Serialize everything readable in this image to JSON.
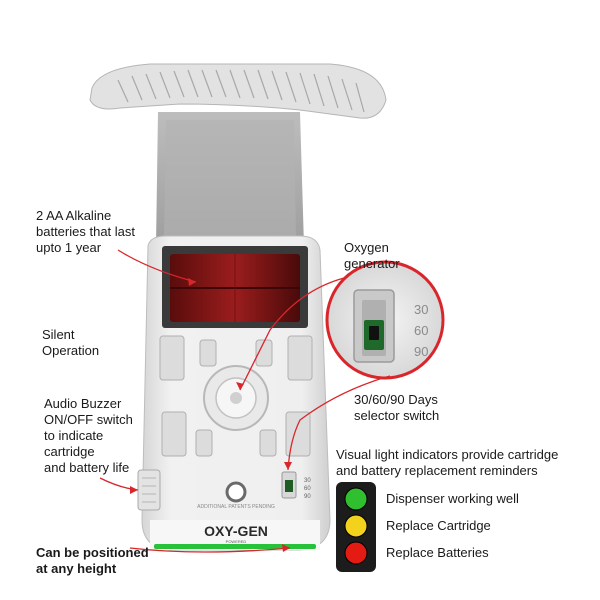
{
  "callouts": {
    "batteries": "2 AA Alkaline\nbatteries that last\nupto 1 year",
    "oxygen_generator": "Oxygen\ngenerator",
    "silent": "Silent\nOperation",
    "buzzer": "Audio Buzzer\nON/OFF switch\nto indicate\ncartridge\nand battery life",
    "selector": "30/60/90 Days\nselector switch",
    "indicators_intro": "Visual light indicators provide cartridge\nand battery replacement reminders",
    "positioned": "Can be positioned\nat any height"
  },
  "selector_days": [
    "30",
    "60",
    "90"
  ],
  "logo": {
    "text": "OXY-GEN",
    "sub": "POWERED"
  },
  "patent_text": "ADDITIONAL PATENTS PENDING",
  "traffic_light": [
    {
      "color": "#2fbf2f",
      "label": "Dispenser working well"
    },
    {
      "color": "#f2d21c",
      "label": "Replace Cartridge"
    },
    {
      "color": "#e31b12",
      "label": "Replace Batteries"
    }
  ],
  "accent_colors": {
    "callout_line": "#d9262b",
    "status_bar": "#27c13a"
  }
}
